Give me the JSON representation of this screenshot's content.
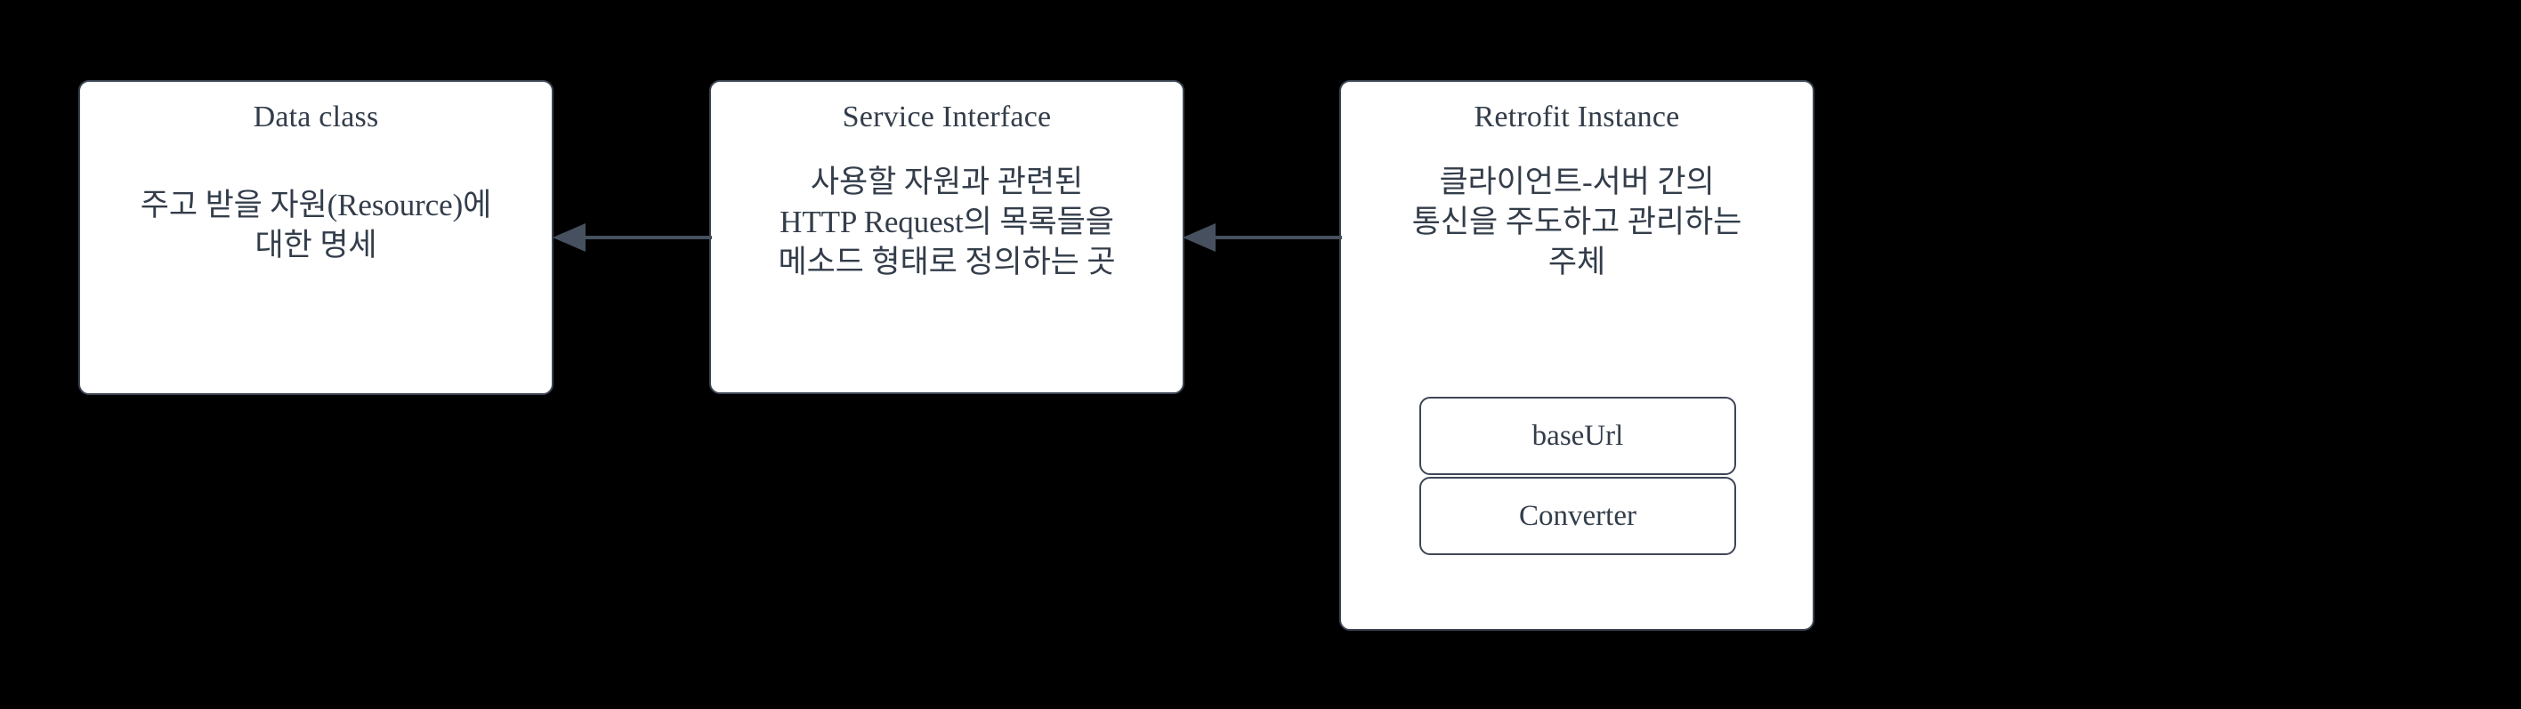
{
  "diagram": {
    "background_color": "#000000",
    "node_fill_color": "#ffffff",
    "node_border_color": "#3d4654",
    "text_color": "#333d4a",
    "arrow_color": "#47505f"
  },
  "nodes": {
    "data_class": {
      "title": "Data class",
      "body": "주고 받을 자원(Resource)에\n대한 명세"
    },
    "service_interface": {
      "title": "Service Interface",
      "body": "사용할 자원과 관련된\nHTTP Request의 목록들을\n메소드 형태로 정의하는 곳"
    },
    "retrofit_instance": {
      "title": "Retrofit Instance",
      "body": "클라이언트-서버 간의\n통신을 주도하고 관리하는\n주체",
      "subnodes": [
        {
          "label": "baseUrl"
        },
        {
          "label": "Converter"
        }
      ]
    }
  },
  "edges": [
    {
      "name": "service-interface-to-data-class",
      "from": "service_interface",
      "to": "data_class",
      "direction": "left",
      "style": "solid",
      "arrowhead": "filled-triangle"
    },
    {
      "name": "retrofit-instance-to-service-interface",
      "from": "retrofit_instance",
      "to": "service_interface",
      "direction": "left",
      "style": "solid",
      "arrowhead": "filled-triangle"
    }
  ]
}
